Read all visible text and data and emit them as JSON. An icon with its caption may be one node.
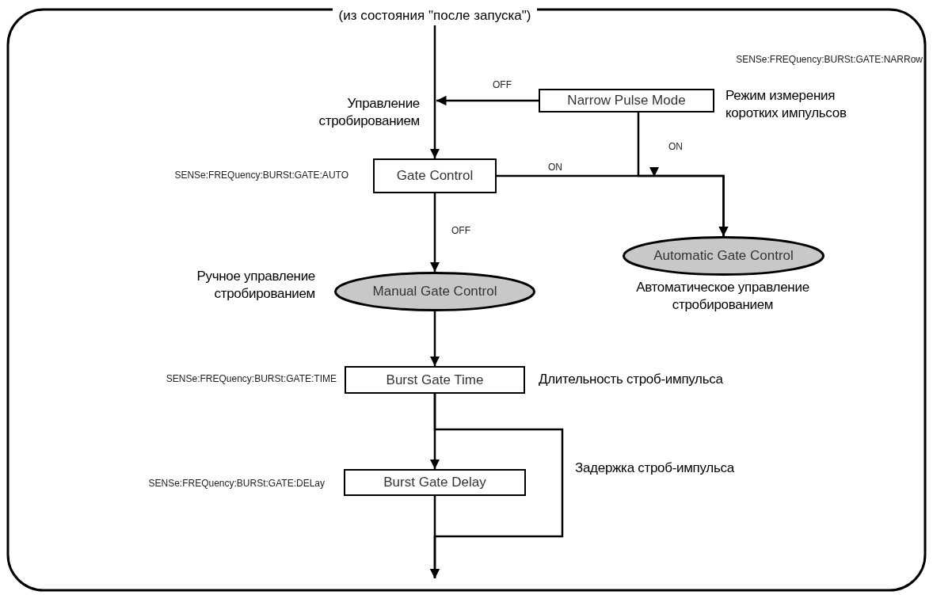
{
  "diagram": {
    "nodes": [
      {
        "text": [
          "(из состояния \"после запуска\")"
        ]
      },
      {
        "text": [
          "Narrow Pulse Mode"
        ],
        "beside": [
          "Режим измерения коротких импульсов"
        ]
      },
      {
        "text": [
          "Gate Control"
        ],
        "beside": [
          "Управление стробированием"
        ]
      },
      {
        "text": [
          "Manual Gate Control"
        ],
        "beside": [
          "Ручное управление стробированием"
        ]
      },
      {
        "text": [
          "Automatic Gate Control"
        ],
        "beside": [
          "Автоматическое управление стробированием"
        ]
      },
      {
        "text": [
          "Burst Gate Time"
        ],
        "beside": [
          "Длительность строб-импульса"
        ]
      },
      {
        "text": [
          "Burst Gate Delay"
        ],
        "beside": [
          "Задержка строб-импульса"
        ]
      }
    ],
    "edges": [
      {
        "from": 0,
        "to": 2,
        "arrow": "to"
      },
      {
        "from": 1,
        "to": 2,
        "arrow": "to",
        "label": "OFF"
      },
      {
        "from": 1,
        "to": 4,
        "arrow": "to",
        "label": "ON"
      },
      {
        "from": 2,
        "to": 4,
        "arrow": "to",
        "label": "ON"
      },
      {
        "from": 2,
        "to": 3,
        "arrow": "to",
        "label": "OFF"
      },
      {
        "from": 3,
        "to": 5,
        "arrow": "to"
      },
      {
        "from": 5,
        "to": 6,
        "arrow": "to"
      },
      {
        "from": 5,
        "to": null,
        "arrow": "to"
      },
      {
        "from": 6,
        "to": null,
        "arrow": "to"
      }
    ],
    "labels": [
      "SENSe:FREQuency:BURSt:GATE:NARRow",
      "SENSe:FREQuency:BURSt:GATE:AUTO",
      "SENSe:FREQuency:BURSt:GATE:TIME",
      "SENSe:FREQuency:BURSt:GATE:DELay"
    ]
  }
}
